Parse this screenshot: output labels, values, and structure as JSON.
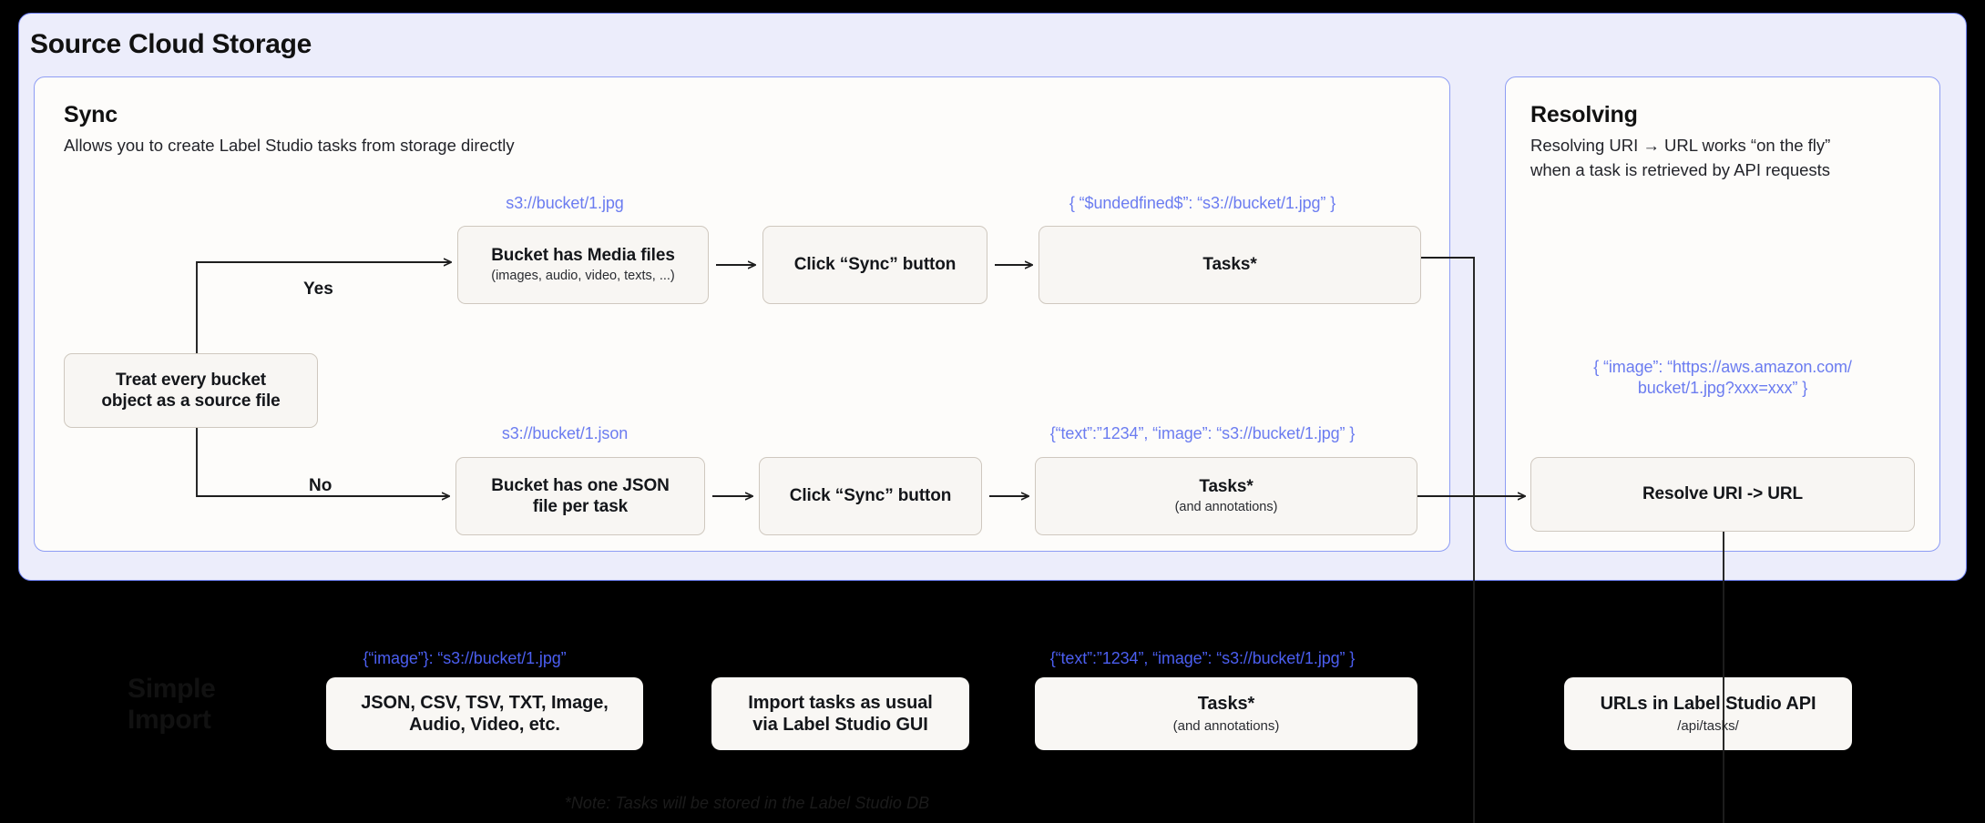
{
  "panel": {
    "title": "Source Cloud Storage"
  },
  "sync": {
    "title": "Sync",
    "subtitle": "Allows you to create Label Studio tasks from storage directly",
    "decision": {
      "line1": "Treat every bucket",
      "line2": "object as a source file"
    },
    "edge_yes": "Yes",
    "edge_no": "No",
    "top_branch": {
      "uri_annotation": "s3://bucket/1.jpg",
      "bucket_title": "Bucket has Media files",
      "bucket_sub": "(images, audio, video, texts, ...)",
      "sync_button": "Click “Sync” button",
      "tasks_annotation": "{ “$undedfined$”: “s3://bucket/1.jpg” }",
      "tasks_title": "Tasks*"
    },
    "bottom_branch": {
      "uri_annotation": "s3://bucket/1.json",
      "bucket_title": "Bucket has one JSON\nfile per task",
      "sync_button": "Click “Sync” button",
      "tasks_annotation": "{“text”:”1234”,  “image”: “s3://bucket/1.jpg” }",
      "tasks_title": "Tasks*",
      "tasks_sub": "(and annotations)"
    }
  },
  "resolving": {
    "title": "Resolving",
    "subtitle": "Resolving URI → URL works “on the fly”\nwhen a task is retrieved by API requests",
    "url_annotation": "{ “image”: “https://aws.amazon.com/\nbucket/1.jpg?xxx=xxx” }",
    "resolve_box": "Resolve URI -> URL"
  },
  "simple_import": {
    "label": "Simple\nImport",
    "formats_annotation": "{“image”}: “s3://bucket/1.jpg”",
    "formats_title": "JSON, CSV, TSV, TXT, Image,\nAudio, Video, etc.",
    "import_box": "Import tasks as usual\nvia Label Studio GUI",
    "tasks_annotation": "{“text”:”1234”,  “image”: “s3://bucket/1.jpg” }",
    "tasks_title": "Tasks*",
    "tasks_sub": "(and annotations)",
    "api_title": "URLs in Label Studio API",
    "api_sub": "/api/tasks/"
  },
  "footnote": "*Note: Tasks will be stored in the Label Studio DB",
  "colors": {
    "panel_bg": "#ecedfb",
    "panel_border": "#6d7ff0",
    "card_bg": "#fdfcfa",
    "card_border": "#8e9df4",
    "box_bg": "#f8f6f3",
    "box_border": "#cfc8bf",
    "annotation": "#6b7cf0",
    "annotation_strong": "#4b5ef0",
    "dark_band": "#000000",
    "wire": "#1e1e1e"
  }
}
